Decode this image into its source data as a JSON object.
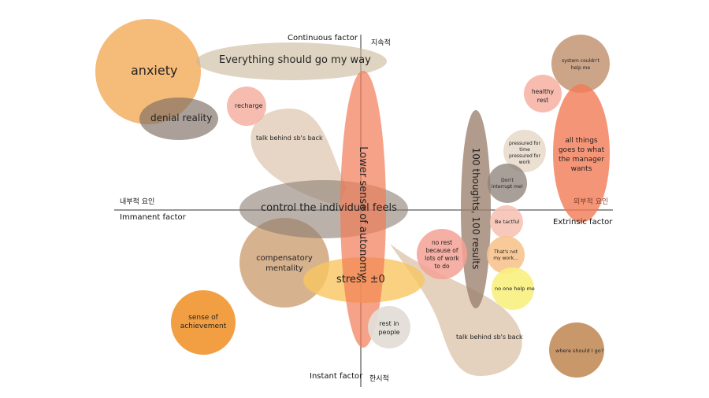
{
  "axes": {
    "top_label": "Continuous factor",
    "top_label_kr": "지속적",
    "bottom_label": "Instant factor",
    "bottom_label_kr": "한시적",
    "left_label": "Immanent factor",
    "left_label_kr": "내부적 요인",
    "right_label": "Extrinsic factor",
    "right_label_kr": "외부적 요인"
  },
  "bubbles": {
    "anxiety": "anxiety",
    "everything_my_way": "Everything should go my way",
    "denial_reality": "denial reality",
    "recharge": "recharge",
    "talk_behind_left": "talk behind sb's back",
    "control_individual": "control the individual feels",
    "lower_autonomy": "Lower sense of autonomy",
    "compensatory_mentality_line1": "compensatory",
    "compensatory_mentality_line2": "mentality",
    "stress": "stress ±0",
    "sense_achievement_line1": "sense of",
    "sense_achievement_line2": "achievement",
    "rest_in_people_line1": "rest in",
    "rest_in_people_line2": "people",
    "talk_behind_right": "talk behind sb's back",
    "hundred_thoughts": "100 thoughts, 100 results",
    "no_rest_line1": "no rest",
    "no_rest_line2": "because of",
    "no_rest_line3": "lots of work",
    "no_rest_line4": "to do",
    "pressured_line1": "pressured for",
    "pressured_line2": "time",
    "pressured_line3": "pressured for",
    "pressured_line4": "work",
    "dont_interrupt_line1": "Don't",
    "dont_interrupt_line2": "interrupt me!",
    "be_tactful": "Be tactful",
    "thats_not_line1": "That's not",
    "thats_not_line2": "my work...",
    "no_one_help": "no one help me",
    "system_couldnt_line1": "system couldn't",
    "system_couldnt_line2": "help me",
    "healthy_rest_line1": "healthy",
    "healthy_rest_line2": "rest",
    "all_things_line1": "all things",
    "all_things_line2": "goes to what",
    "all_things_line3": "the manager",
    "all_things_line4": "wants",
    "where_should": "where should I go?"
  }
}
